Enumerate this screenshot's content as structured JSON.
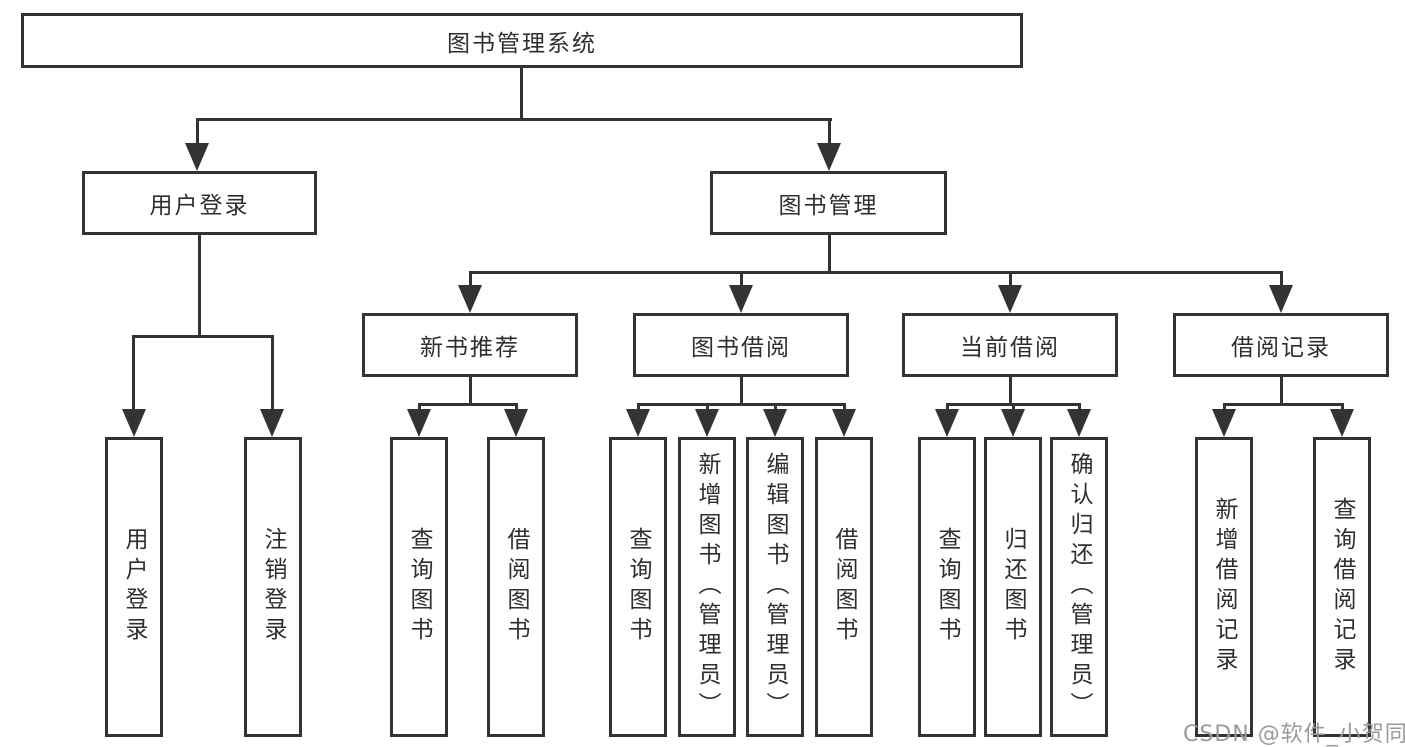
{
  "diagram": {
    "title": "图书管理系统",
    "branches": [
      {
        "label": "用户登录",
        "children": [
          {
            "label": "用户登录"
          },
          {
            "label": "注销登录"
          }
        ]
      },
      {
        "label": "图书管理",
        "children": [
          {
            "label": "新书推荐",
            "children": [
              {
                "label": "查询图书"
              },
              {
                "label": "借阅图书"
              }
            ]
          },
          {
            "label": "图书借阅",
            "children": [
              {
                "label": "查询图书"
              },
              {
                "label": "新增图书（管理员）"
              },
              {
                "label": "编辑图书（管理员）"
              },
              {
                "label": "借阅图书"
              }
            ]
          },
          {
            "label": "当前借阅",
            "children": [
              {
                "label": "查询图书"
              },
              {
                "label": "归还图书"
              },
              {
                "label": "确认归还（管理员）"
              }
            ]
          },
          {
            "label": "借阅记录",
            "children": [
              {
                "label": "新增借阅记录"
              },
              {
                "label": "查询借阅记录"
              }
            ]
          }
        ]
      }
    ]
  },
  "watermark": {
    "text": "CSDN @软件_小贺同学"
  },
  "colors": {
    "line": "#333333",
    "text": "#2f2f2f",
    "watermark": "#9b9b9b",
    "background": "#ffffff"
  }
}
